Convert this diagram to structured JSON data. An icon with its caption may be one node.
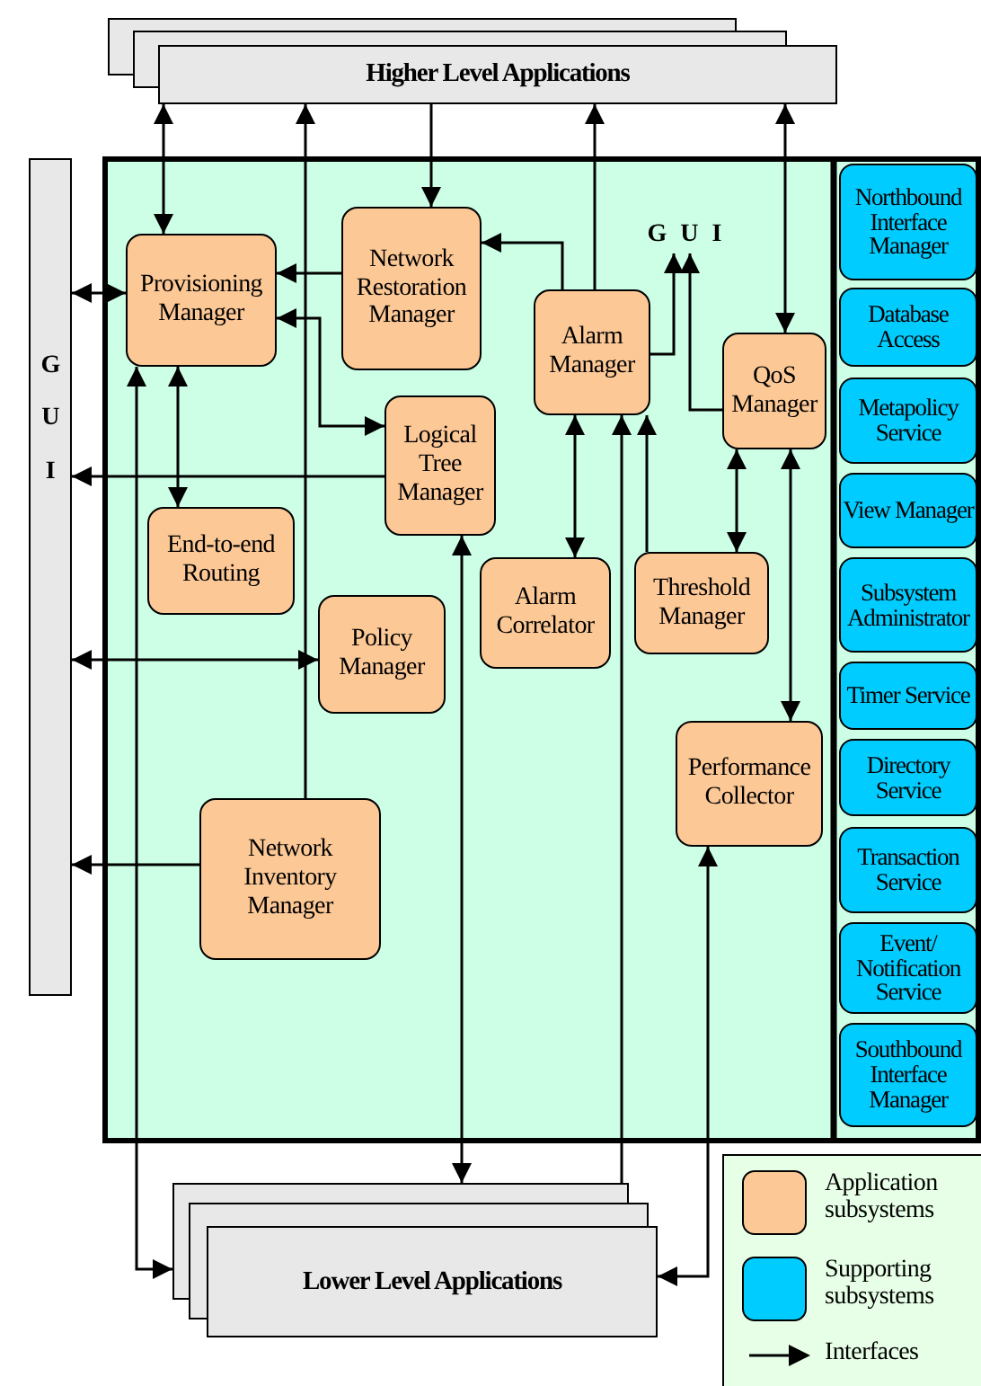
{
  "diagram": {
    "nodes": [
      {
        "text": [
          "Higher Level Applications"
        ]
      },
      {
        "text": [
          "G U I"
        ]
      },
      {
        "text": [
          "G U I"
        ]
      },
      {
        "text": [
          "Provisioning Manager"
        ]
      },
      {
        "text": [
          "Network Restoration Manager"
        ]
      },
      {
        "text": [
          "Alarm Manager"
        ]
      },
      {
        "text": [
          "QoS Manager"
        ]
      },
      {
        "text": [
          "Logical Tree Manager"
        ]
      },
      {
        "text": [
          "End-to-end Routing"
        ]
      },
      {
        "text": [
          "Alarm Correlator"
        ]
      },
      {
        "text": [
          "Threshold Manager"
        ]
      },
      {
        "text": [
          "Policy Manager"
        ]
      },
      {
        "text": [
          "Performance Collector"
        ]
      },
      {
        "text": [
          "Network Inventory Manager"
        ]
      },
      {
        "text": [
          "Northbound Interface Manager"
        ]
      },
      {
        "text": [
          "Database Access"
        ]
      },
      {
        "text": [
          "Metapolicy Service"
        ]
      },
      {
        "text": [
          "View Manager"
        ]
      },
      {
        "text": [
          "Subsystem Administrator"
        ]
      },
      {
        "text": [
          "Timer Service"
        ]
      },
      {
        "text": [
          "Directory Service"
        ]
      },
      {
        "text": [
          "Transaction Service"
        ]
      },
      {
        "text": [
          "Event/ Notification Service"
        ]
      },
      {
        "text": [
          "Southbound Interface Manager"
        ]
      },
      {
        "text": [
          "Lower Level Applications"
        ]
      }
    ],
    "edges": [
      {
        "from": 0,
        "to": 3,
        "arrow": "both"
      },
      {
        "from": 13,
        "to": 0,
        "arrow": "to"
      },
      {
        "from": 0,
        "to": 4,
        "arrow": "to"
      },
      {
        "from": 5,
        "to": 0,
        "arrow": "to"
      },
      {
        "from": 0,
        "to": 6,
        "arrow": "both"
      },
      {
        "from": 4,
        "to": 3,
        "arrow": "to"
      },
      {
        "from": 5,
        "to": 4,
        "arrow": "to"
      },
      {
        "from": 3,
        "to": 7,
        "arrow": "both"
      },
      {
        "from": 5,
        "to": 2,
        "arrow": "to"
      },
      {
        "from": 6,
        "to": 2,
        "arrow": "to"
      },
      {
        "from": 1,
        "to": 3,
        "arrow": "both"
      },
      {
        "from": 3,
        "to": 24,
        "arrow": "both"
      },
      {
        "from": 3,
        "to": 8,
        "arrow": "both"
      },
      {
        "from": 7,
        "to": 1,
        "arrow": "to"
      },
      {
        "from": 1,
        "to": 11,
        "arrow": "both"
      },
      {
        "from": 13,
        "to": 1,
        "arrow": "to"
      },
      {
        "from": 7,
        "to": 24,
        "arrow": "both"
      },
      {
        "from": 5,
        "to": 9,
        "arrow": "both"
      },
      {
        "from": 24,
        "to": 5,
        "arrow": "to"
      },
      {
        "from": 10,
        "to": 5,
        "arrow": "to"
      },
      {
        "from": 6,
        "to": 10,
        "arrow": "both"
      },
      {
        "from": 6,
        "to": 12,
        "arrow": "both"
      },
      {
        "from": 12,
        "to": 24,
        "arrow": "both"
      }
    ],
    "legend": [
      {
        "text": "Application subsystems",
        "color": "#fcc896"
      },
      {
        "text": "Supporting subsystems",
        "color": "#00ccff"
      },
      {
        "text": "Interfaces"
      }
    ]
  }
}
